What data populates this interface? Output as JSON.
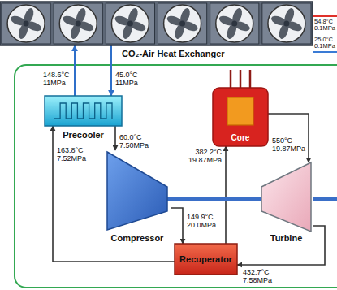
{
  "diagram": {
    "nodes": [
      {
        "text": [
          "CO₂-Air Heat Exchanger"
        ]
      },
      {
        "text": [
          "Precooler"
        ]
      },
      {
        "text": [
          "Core"
        ]
      },
      {
        "text": [
          "Compressor"
        ]
      },
      {
        "text": [
          "Turbine"
        ]
      },
      {
        "text": [
          "Recuperator"
        ]
      }
    ],
    "edges": [
      {
        "from": 1,
        "to": 0,
        "arrow": "to"
      },
      {
        "from": 0,
        "to": 1,
        "arrow": "to"
      },
      {
        "from": 1,
        "to": 3,
        "arrow": "to"
      },
      {
        "from": 3,
        "to": 5,
        "arrow": "to"
      },
      {
        "from": 5,
        "to": 2,
        "arrow": "to"
      },
      {
        "from": 2,
        "to": 4,
        "arrow": "to"
      },
      {
        "from": 4,
        "to": 5,
        "arrow": "to"
      },
      {
        "from": 5,
        "to": 1,
        "arrow": "to"
      },
      {
        "from": 3,
        "to": 4,
        "arrow": "none"
      }
    ],
    "labels": [
      "54.8°C 0.1MPa",
      "25.0°C 0.1MPa",
      "148.6°C 11MPa",
      "45.0°C 11MPa",
      "163.8°C 7.52MPa",
      "60.0°C 7.50MPa",
      "382.2°C 19.87MPa",
      "550°C 19.87MPa",
      "149.9°C 20.0MPa",
      "432.7°C 7.58MPa"
    ]
  }
}
